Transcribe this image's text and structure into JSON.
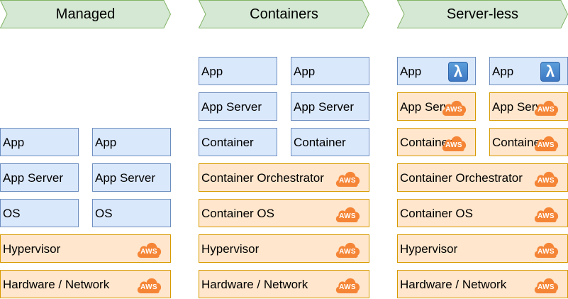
{
  "headers": {
    "managed": "Managed",
    "containers": "Containers",
    "serverless": "Server-less"
  },
  "aws_badge": "AWS",
  "lambda_glyph": "λ",
  "colors": {
    "header_fill": "#d5e8d4",
    "header_stroke": "#82b366",
    "self_managed_fill": "#dae8fc",
    "self_managed_stroke": "#6c8ebf",
    "aws_managed_fill": "#ffe6cc",
    "aws_managed_stroke": "#d79b00",
    "aws_cloud": "#f58536",
    "lambda": "#4a8bd0"
  },
  "managed": {
    "app_1": "App",
    "app_2": "App",
    "app_server_1": "App Server",
    "app_server_2": "App Server",
    "os_1": "OS",
    "os_2": "OS",
    "hypervisor": "Hypervisor",
    "hardware": "Hardware / Network"
  },
  "containers": {
    "app_1": "App",
    "app_2": "App",
    "app_server_1": "App Server",
    "app_server_2": "App Server",
    "container_1": "Container",
    "container_2": "Container",
    "orchestrator": "Container Orchestrator",
    "container_os": "Container OS",
    "hypervisor": "Hypervisor",
    "hardware": "Hardware / Network"
  },
  "serverless": {
    "app_1": "App",
    "app_2": "App",
    "app_server_1": "App Server",
    "app_server_2": "App Server",
    "container_1": "Container",
    "container_2": "Container",
    "orchestrator": "Container Orchestrator",
    "container_os": "Container OS",
    "hypervisor": "Hypervisor",
    "hardware": "Hardware / Network"
  }
}
